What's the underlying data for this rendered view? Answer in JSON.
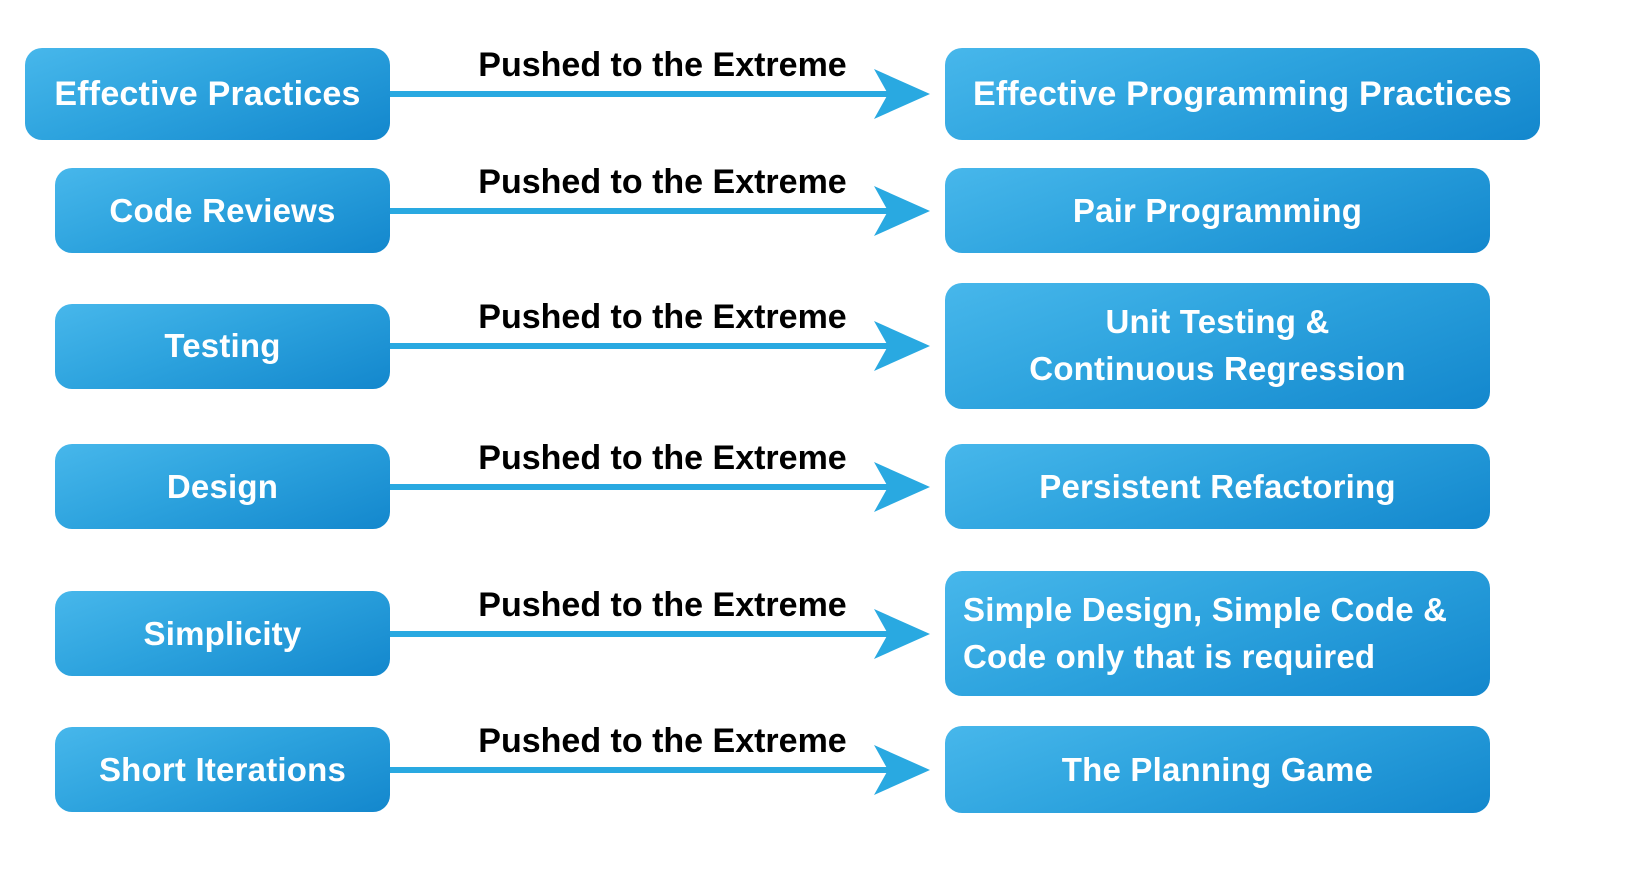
{
  "colors": {
    "box_gradient_top": "#47b7eb",
    "box_gradient_mid": "#2da3de",
    "box_gradient_bottom": "#1387cd",
    "arrow": "#29a9e1",
    "box_text": "#ffffff",
    "arrow_label_text": "#000000",
    "background": "#ffffff"
  },
  "rows": [
    {
      "practice": "Effective Practices",
      "arrow_label": "Pushed to the Extreme",
      "extreme": "Effective Programming Practices"
    },
    {
      "practice": "Code Reviews",
      "arrow_label": "Pushed to the Extreme",
      "extreme": "Pair Programming"
    },
    {
      "practice": "Testing",
      "arrow_label": "Pushed to the Extreme",
      "extreme": "Unit Testing &\nContinuous Regression"
    },
    {
      "practice": "Design",
      "arrow_label": "Pushed to the Extreme",
      "extreme": "Persistent Refactoring"
    },
    {
      "practice": "Simplicity",
      "arrow_label": "Pushed to the Extreme",
      "extreme": "Simple Design, Simple Code &\nCode only that is required"
    },
    {
      "practice": "Short Iterations",
      "arrow_label": "Pushed to the Extreme",
      "extreme": "The Planning Game"
    }
  ]
}
